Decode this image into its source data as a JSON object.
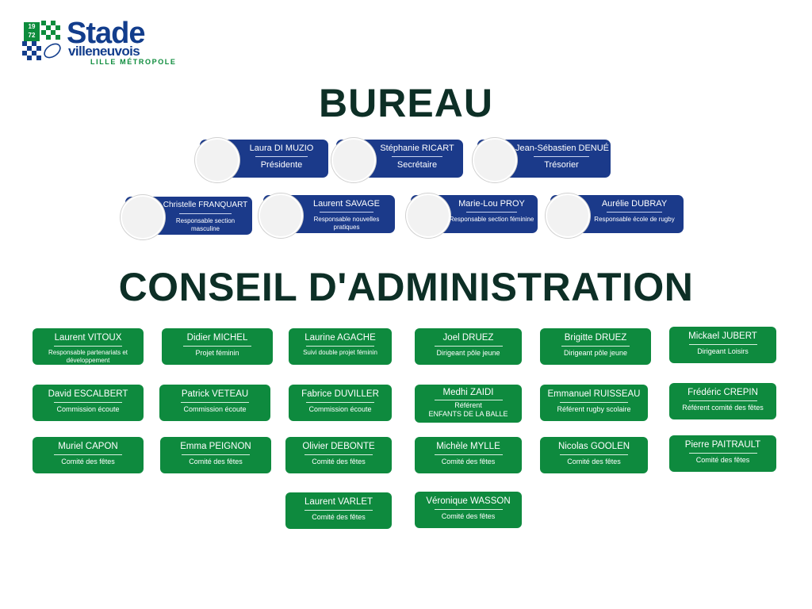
{
  "logo": {
    "year_top": "19",
    "year_bottom": "72",
    "title": "Stade",
    "subtitle": "villeneuvois",
    "tagline": "LILLE MÉTROPOLE",
    "colors": {
      "blue": "#123d8c",
      "green": "#0d8c3c"
    }
  },
  "headings": {
    "bureau": "BUREAU",
    "conseil": "CONSEIL D'ADMINISTRATION"
  },
  "bureau": [
    {
      "name": "Laura DI MUZIO",
      "role": "Présidente"
    },
    {
      "name": "Stéphanie RICART",
      "role": "Secrétaire"
    },
    {
      "name": "Jean-Sébastien DENUÉ",
      "role": "Trésorier"
    },
    {
      "name": "Christelle FRANQUART",
      "role": "Responsable section masculine"
    },
    {
      "name": "Laurent SAVAGE",
      "role": "Responsable nouvelles pratiques"
    },
    {
      "name": "Marie-Lou PROY",
      "role": "Responsable section féminine"
    },
    {
      "name": "Aurélie DUBRAY",
      "role": "Responsable école de rugby"
    }
  ],
  "conseil": [
    {
      "name": "Laurent VITOUX",
      "role": "Responsable partenariats et développement"
    },
    {
      "name": "Didier MICHEL",
      "role": "Projet féminin"
    },
    {
      "name": "Laurine AGACHE",
      "role": "Suivi double projet féminin"
    },
    {
      "name": "Joel DRUEZ",
      "role": "Dirigeant pôle jeune"
    },
    {
      "name": "Brigitte DRUEZ",
      "role": "Dirigeant pôle jeune"
    },
    {
      "name": "Mickael JUBERT",
      "role": "Dirigeant Loisirs"
    },
    {
      "name": "David ESCALBERT",
      "role": "Commission écoute"
    },
    {
      "name": "Patrick VETEAU",
      "role": "Commission écoute"
    },
    {
      "name": "Fabrice DUVILLER",
      "role": "Commission écoute"
    },
    {
      "name": "Medhi ZAIDI",
      "role": "Référent",
      "role2": "ENFANTS DE LA BALLE"
    },
    {
      "name": "Emmanuel RUISSEAU",
      "role": "Référent rugby scolaire"
    },
    {
      "name": "Frédéric CREPIN",
      "role": "Référent comité des fêtes"
    },
    {
      "name": "Muriel CAPON",
      "role": "Comité des fêtes"
    },
    {
      "name": "Emma PEIGNON",
      "role": "Comité des fêtes"
    },
    {
      "name": "Olivier DEBONTE",
      "role": "Comité des fêtes"
    },
    {
      "name": "Michèle MYLLE",
      "role": "Comité des fêtes"
    },
    {
      "name": "Nicolas GOOLEN",
      "role": "Comité des fêtes"
    },
    {
      "name": "Pierre PAITRAULT",
      "role": "Comité des fêtes"
    },
    {
      "name": "Laurent VARLET",
      "role": "Comité des fêtes"
    },
    {
      "name": "Véronique WASSON",
      "role": "Comité des fêtes"
    }
  ],
  "colors": {
    "heading": "#0d2f26",
    "bureau_card": "#1b3a8a",
    "conseil_card": "#0e8a3e"
  }
}
